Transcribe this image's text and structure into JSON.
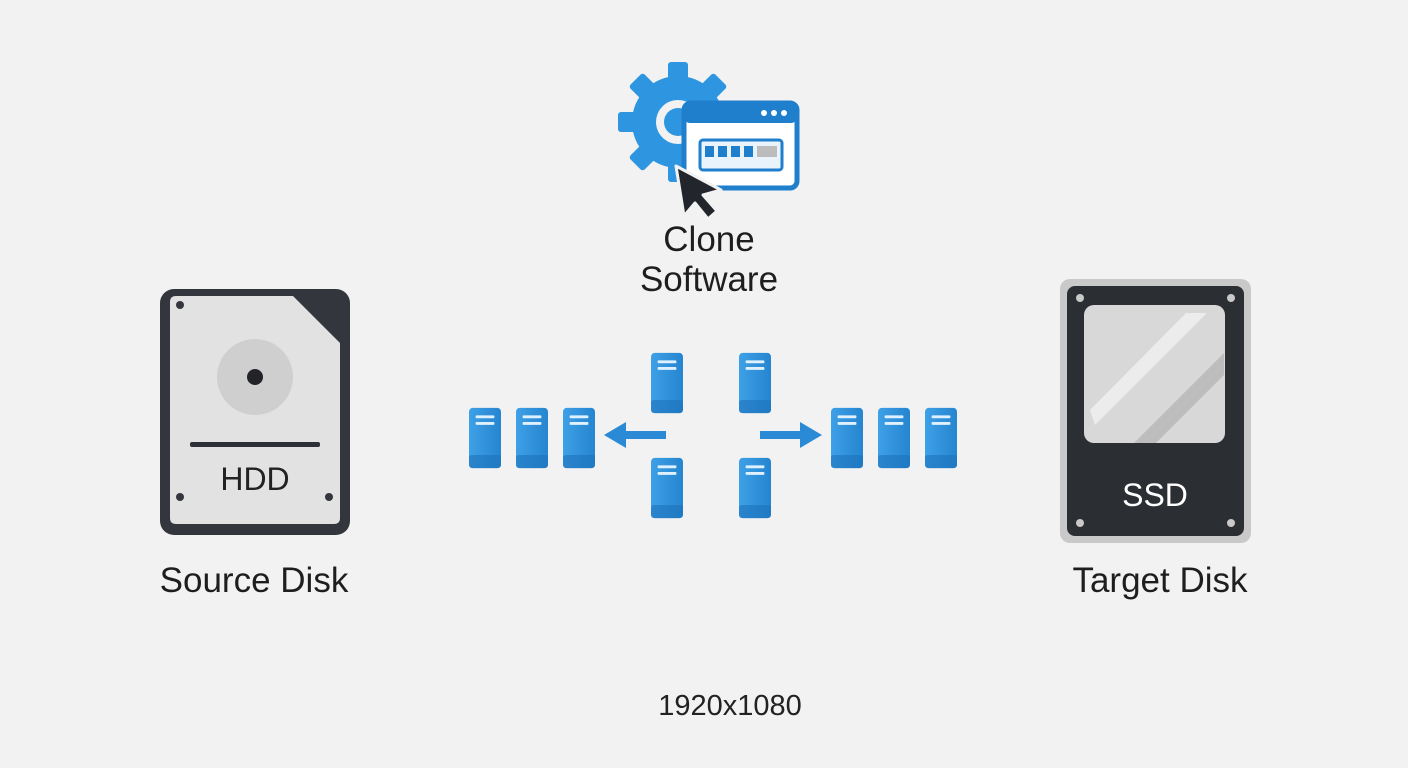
{
  "software": {
    "label_line1": "Clone",
    "label_line2": "Software",
    "icon": "gear-window-cursor-icon"
  },
  "source": {
    "disk_label": "HDD",
    "caption": "Source Disk",
    "icon": "hdd-icon"
  },
  "target": {
    "disk_label": "SSD",
    "caption": "Target Disk",
    "icon": "ssd-icon"
  },
  "footer": {
    "resolution": "1920x1080"
  },
  "colors": {
    "accent_blue": "#2e8fd8",
    "accent_blue_dark": "#1f78c4",
    "dark": "#2a2d33",
    "background": "#f2f2f2"
  }
}
